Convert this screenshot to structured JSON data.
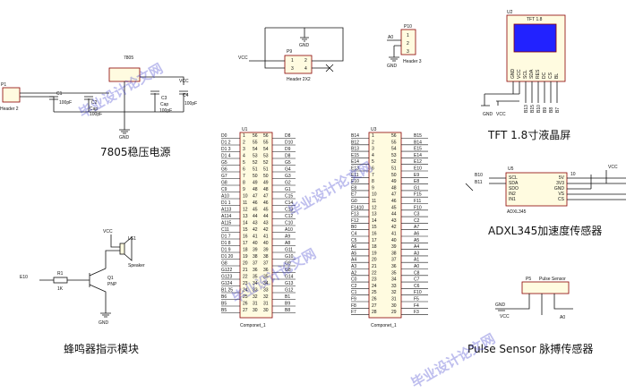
{
  "sections": {
    "regulator": "7805稳压电源",
    "buzzer": "蜂鸣器指示模块",
    "tft": "TFT 1.8寸液晶屏",
    "adxl": "ADXL345加速度传感器",
    "pulse": "Pulse Sensor  脉搏传感器"
  },
  "regulator": {
    "connector_ref": "P1",
    "connector_name": "Header 2",
    "ic_label": "7805",
    "c1_ref": "C1",
    "c1_val": "100pF",
    "c2_ref": "C2",
    "c2_type": "Cap",
    "c2_val": "100pF",
    "c3_ref": "C3",
    "c3_type": "Cap",
    "c3_val": "100pF",
    "c4_ref": "C4",
    "c4_val": "100pF",
    "vcc": "VCC",
    "gnd": "GND"
  },
  "header_p9": {
    "ref": "P9",
    "name": "Header 2X2",
    "vcc": "VCC",
    "gnd": "GND",
    "pins": [
      "1",
      "2",
      "3",
      "4"
    ]
  },
  "header_p10": {
    "ref": "P10",
    "name": "Header 3",
    "net": "A0",
    "gnd": "GND",
    "pins": [
      "1",
      "2",
      "3"
    ]
  },
  "tft": {
    "ref": "U2",
    "title": "TFT 1.8",
    "pins": [
      "GND",
      "VCC",
      "SCL",
      "SDA",
      "RES",
      "DC",
      "CS",
      "BL"
    ],
    "nets": [
      "B13",
      "B15",
      "B10",
      "B9",
      "B8",
      "B7"
    ],
    "gnd": "GND",
    "vcc": "VCC"
  },
  "adxl": {
    "ref": "U5",
    "name": "ADXL345",
    "left_pins": [
      "SCL",
      "SDA",
      "SDO",
      "IN2",
      "IN1"
    ],
    "right_pins": [
      "5V",
      "3V3",
      "GND",
      "VS",
      "CS"
    ],
    "nets": [
      "B10",
      "B11"
    ],
    "pin_num": "10",
    "vcc": "VCC"
  },
  "buzzer": {
    "speaker_ref": "LS1",
    "speaker_name": "Speaker",
    "r_ref": "R1",
    "r_val": "1K",
    "q_ref": "Q1",
    "q_type": "PNP",
    "net": "E10",
    "vcc": "VCC",
    "gnd": "GND"
  },
  "pulse": {
    "ref": "P5",
    "name": "Pulse Sensor",
    "net": "A0",
    "gnd": "GND",
    "vcc": "VCC"
  },
  "comp1": {
    "ref": "U1",
    "footer": "Componet_1",
    "left_nets": [
      "D0",
      "D1 2",
      "D1 3",
      "D1 4",
      "G5",
      "G6",
      "G7",
      "G8",
      "C9",
      "A10",
      "D1 1",
      "A113",
      "A114",
      "A115",
      "C11",
      "D1 7",
      "D1 8",
      "D1 9",
      "D1 20",
      "G8",
      "G122",
      "G123",
      "G124",
      "B1 25",
      "B6",
      "B5",
      "B5"
    ],
    "left_pins": [
      "1",
      "2",
      "3",
      "4",
      "5",
      "6",
      "7",
      "8",
      "9",
      "10",
      "11",
      "12",
      "13",
      "14",
      "15",
      "16",
      "17",
      "18",
      "19",
      "20",
      "21",
      "22",
      "23",
      "24",
      "25",
      "26",
      "27"
    ],
    "mid_a": [
      "56",
      "55",
      "54",
      "53",
      "52",
      "51",
      "50",
      "49",
      "48",
      "47",
      "46",
      "45",
      "44",
      "43",
      "42",
      "41",
      "40",
      "39",
      "38",
      "37",
      "36",
      "35",
      "34",
      "33",
      "32",
      "31",
      "30"
    ],
    "mid_b": [
      "56",
      "55",
      "54",
      "53",
      "52",
      "51",
      "50",
      "49",
      "48",
      "47",
      "46",
      "45",
      "44",
      "43",
      "42",
      "41",
      "40",
      "39",
      "38",
      "37",
      "36",
      "35",
      "34",
      "33",
      "32",
      "31",
      "30"
    ],
    "right_nets": [
      "D8",
      "D10",
      "D9",
      "D8",
      "G5",
      "G4",
      "G3",
      "G2",
      "G1",
      "C15",
      "C14",
      "C13",
      "C12",
      "C10",
      "A10",
      "A9",
      "A8",
      "G11",
      "G10",
      "G9",
      "G8",
      "G14",
      "G13",
      "G12",
      "B1",
      "B9",
      "B8"
    ]
  },
  "comp2": {
    "ref": "U3",
    "footer": "Componet_1",
    "left_nets": [
      "B14",
      "B12",
      "B13",
      "E15",
      "E14",
      "E13",
      "E11",
      "E10",
      "E8",
      "E7",
      "G0",
      "F1410",
      "F13",
      "F12",
      "B0",
      "C4",
      "C5",
      "A6",
      "A5",
      "A4",
      "A3",
      "A2",
      "C0",
      "C2",
      "C1",
      "F9",
      "F8",
      "F7"
    ],
    "left_pins": [
      "1",
      "2",
      "3",
      "4",
      "5",
      "6",
      "7",
      "8",
      "9",
      "10",
      "11",
      "12",
      "13",
      "14",
      "15",
      "16",
      "17",
      "18",
      "19",
      "20",
      "21",
      "22",
      "23",
      "24",
      "25",
      "26",
      "27",
      "28"
    ],
    "mid": [
      "56",
      "55",
      "54",
      "53",
      "52",
      "51",
      "50",
      "49",
      "48",
      "47",
      "46",
      "45",
      "44",
      "43",
      "42",
      "41",
      "40",
      "39",
      "38",
      "37",
      "36",
      "35",
      "34",
      "33",
      "32",
      "31",
      "30",
      "29"
    ],
    "right_nets": [
      "B15",
      "B14",
      "E15",
      "E14",
      "E12",
      "E10",
      "E9",
      "E8",
      "G1",
      "F15",
      "F11",
      "F10",
      "C3",
      "C2",
      "A7",
      "A6",
      "A5",
      "A4",
      "A3",
      "A1",
      "A0",
      "C8",
      "C7",
      "C6",
      "F10",
      "F5",
      "F4",
      "F3"
    ]
  },
  "watermark": "毕业设计论文网"
}
